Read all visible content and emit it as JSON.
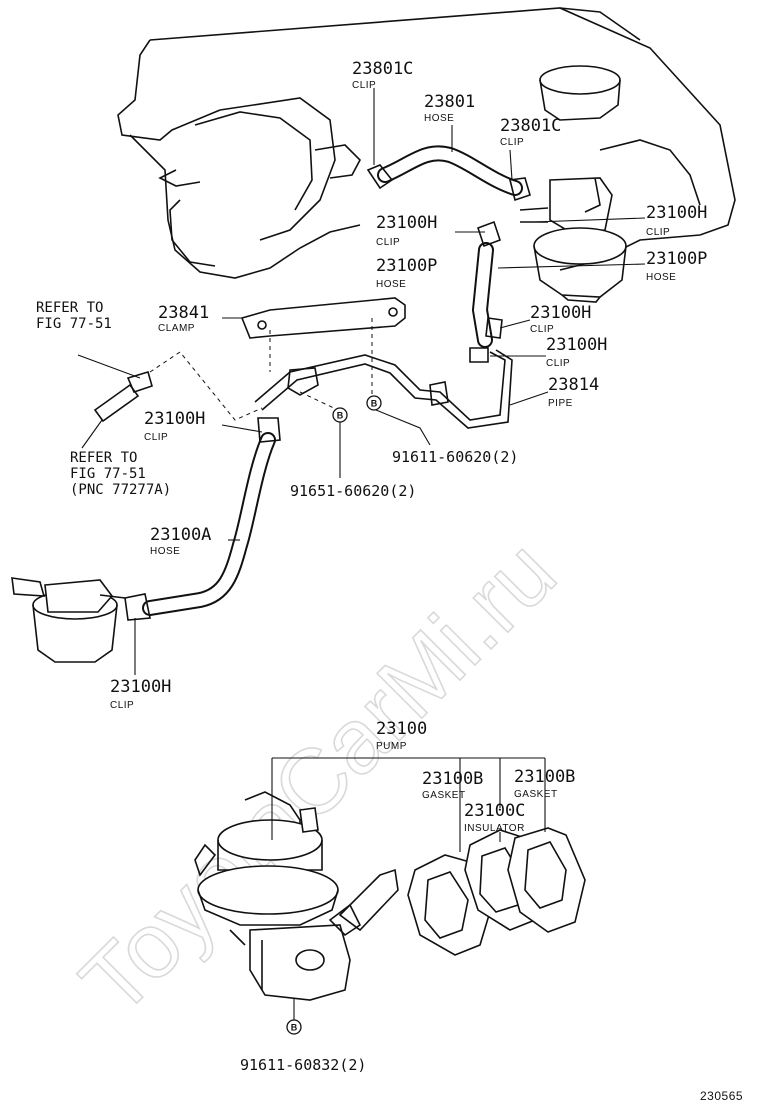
{
  "watermark": "ToyotaCarMi.ru",
  "figure_number": "230565",
  "labels": {
    "clip_23801c_top": {
      "part": "23801C",
      "name": "CLIP"
    },
    "hose_23801": {
      "part": "23801",
      "name": "HOSE"
    },
    "clip_23801c_right": {
      "part": "23801C",
      "name": "CLIP"
    },
    "clip_23100h_a": {
      "part": "23100H",
      "name": "CLIP"
    },
    "clip_23100h_b": {
      "part": "23100H",
      "name": "CLIP"
    },
    "hose_23100p_a": {
      "part": "23100P",
      "name": "HOSE"
    },
    "hose_23100p_b": {
      "part": "23100P",
      "name": "HOSE"
    },
    "clamp_23841": {
      "part": "23841",
      "name": "CLAMP"
    },
    "clip_23100h_c": {
      "part": "23100H",
      "name": "CLIP"
    },
    "clip_23100h_d": {
      "part": "23100H",
      "name": "CLIP"
    },
    "pipe_23814": {
      "part": "23814",
      "name": "PIPE"
    },
    "clip_23100h_e": {
      "part": "23100H",
      "name": "CLIP"
    },
    "hose_23100a": {
      "part": "23100A",
      "name": "HOSE"
    },
    "clip_23100h_f": {
      "part": "23100H",
      "name": "CLIP"
    },
    "pump_23100": {
      "part": "23100",
      "name": "PUMP"
    },
    "gasket_23100b_a": {
      "part": "23100B",
      "name": "GASKET"
    },
    "gasket_23100b_b": {
      "part": "23100B",
      "name": "GASKET"
    },
    "insulator_23100c": {
      "part": "23100C",
      "name": "INSULATOR"
    }
  },
  "bolts": {
    "bolt_a": "91611-60620(2)",
    "bolt_b": "91651-60620(2)",
    "bolt_c": "91611-60832(2)",
    "marker": "B"
  },
  "refs": {
    "ref_top": [
      "REFER TO",
      "FIG 77-51"
    ],
    "ref_bottom": [
      "REFER TO",
      "FIG 77-51",
      "(PNC 77277A)"
    ]
  }
}
